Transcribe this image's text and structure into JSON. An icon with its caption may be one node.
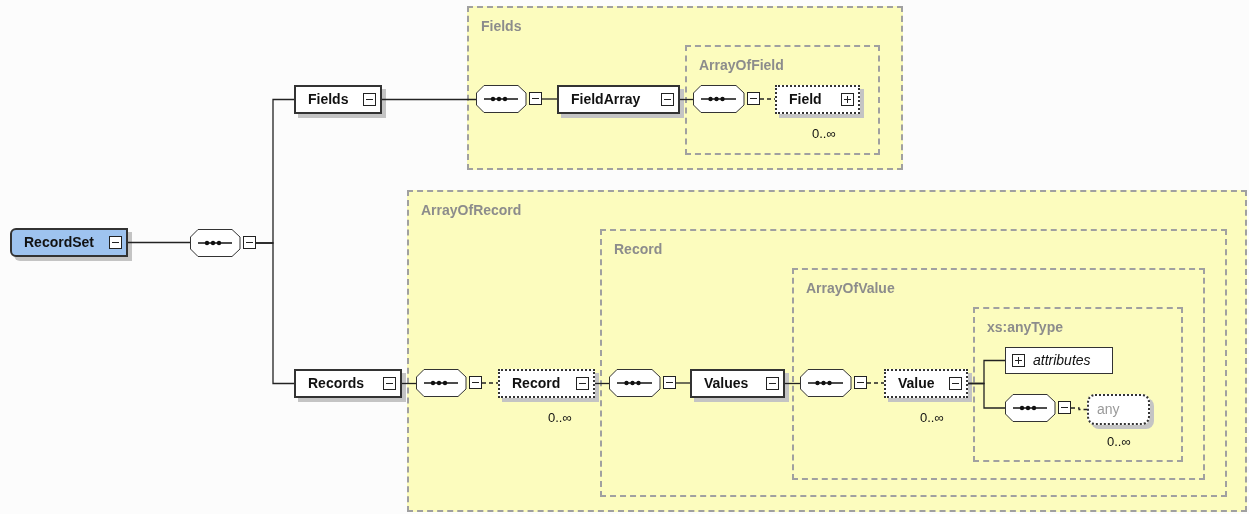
{
  "diagram": {
    "nodes": [
      {
        "text": [
          "RecordSet"
        ]
      },
      {
        "text": [],
        "shape": "octagon"
      },
      {
        "text": [
          "Fields"
        ]
      },
      {
        "text": [
          "Records"
        ]
      },
      {
        "text": [
          "Fields"
        ]
      },
      {
        "text": [],
        "shape": "octagon",
        "in": 4
      },
      {
        "text": [
          "FieldArray"
        ],
        "in": 4
      },
      {
        "text": [
          "ArrayOfField"
        ],
        "in": 4
      },
      {
        "text": [],
        "shape": "octagon",
        "in": 7
      },
      {
        "text": [
          "Field"
        ],
        "in": 7,
        "beside": [
          "0..∞"
        ]
      },
      {
        "text": [
          "ArrayOfRecord"
        ]
      },
      {
        "text": [],
        "shape": "octagon",
        "in": 10
      },
      {
        "text": [
          "Record"
        ],
        "in": 10,
        "beside": [
          "0..∞"
        ]
      },
      {
        "text": [
          "Record"
        ],
        "in": 10
      },
      {
        "text": [],
        "shape": "octagon",
        "in": 13
      },
      {
        "text": [
          "Values"
        ],
        "in": 13
      },
      {
        "text": [
          "ArrayOfValue"
        ],
        "in": 13
      },
      {
        "text": [],
        "shape": "octagon",
        "in": 16
      },
      {
        "text": [
          "Value"
        ],
        "in": 16,
        "beside": [
          "0..∞"
        ]
      },
      {
        "text": [
          "xs:anyType"
        ],
        "in": 16
      },
      {
        "text": [
          "attributes"
        ],
        "in": 19
      },
      {
        "text": [],
        "shape": "octagon",
        "in": 19
      },
      {
        "text": [
          "any"
        ],
        "in": 19,
        "beside": [
          "0..∞"
        ]
      }
    ],
    "edges": [
      {
        "from": 0,
        "to": 1,
        "arrow": "none"
      },
      {
        "from": 1,
        "to": 2,
        "arrow": "none"
      },
      {
        "from": 1,
        "to": 3,
        "arrow": "none"
      },
      {
        "from": 2,
        "to": 5,
        "arrow": "none"
      },
      {
        "from": 5,
        "to": 6,
        "arrow": "none"
      },
      {
        "from": 6,
        "to": 8,
        "arrow": "none"
      },
      {
        "from": 8,
        "to": 9,
        "arrow": "none",
        "style": "dashed"
      },
      {
        "from": 3,
        "to": 11,
        "arrow": "none"
      },
      {
        "from": 11,
        "to": 12,
        "arrow": "none",
        "style": "dashed"
      },
      {
        "from": 12,
        "to": 14,
        "arrow": "none"
      },
      {
        "from": 14,
        "to": 15,
        "arrow": "none"
      },
      {
        "from": 15,
        "to": 17,
        "arrow": "none"
      },
      {
        "from": 17,
        "to": 18,
        "arrow": "none",
        "style": "dashed"
      },
      {
        "from": 18,
        "to": 20,
        "arrow": "none"
      },
      {
        "from": 18,
        "to": 21,
        "arrow": "none"
      },
      {
        "from": 21,
        "to": 22,
        "arrow": "none",
        "style": "dashed"
      }
    ]
  }
}
